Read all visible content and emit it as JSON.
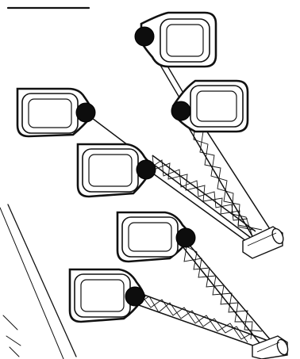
{
  "diagram": {
    "pads": [
      {
        "id": "pad-1"
      },
      {
        "id": "pad-2"
      },
      {
        "id": "pad-3"
      },
      {
        "id": "pad-4"
      },
      {
        "id": "pad-5"
      },
      {
        "id": "pad-6"
      }
    ],
    "joints": 6,
    "colors": {
      "ink": "#111111",
      "background": "#ffffff",
      "joint": "#0d0d0d"
    }
  }
}
